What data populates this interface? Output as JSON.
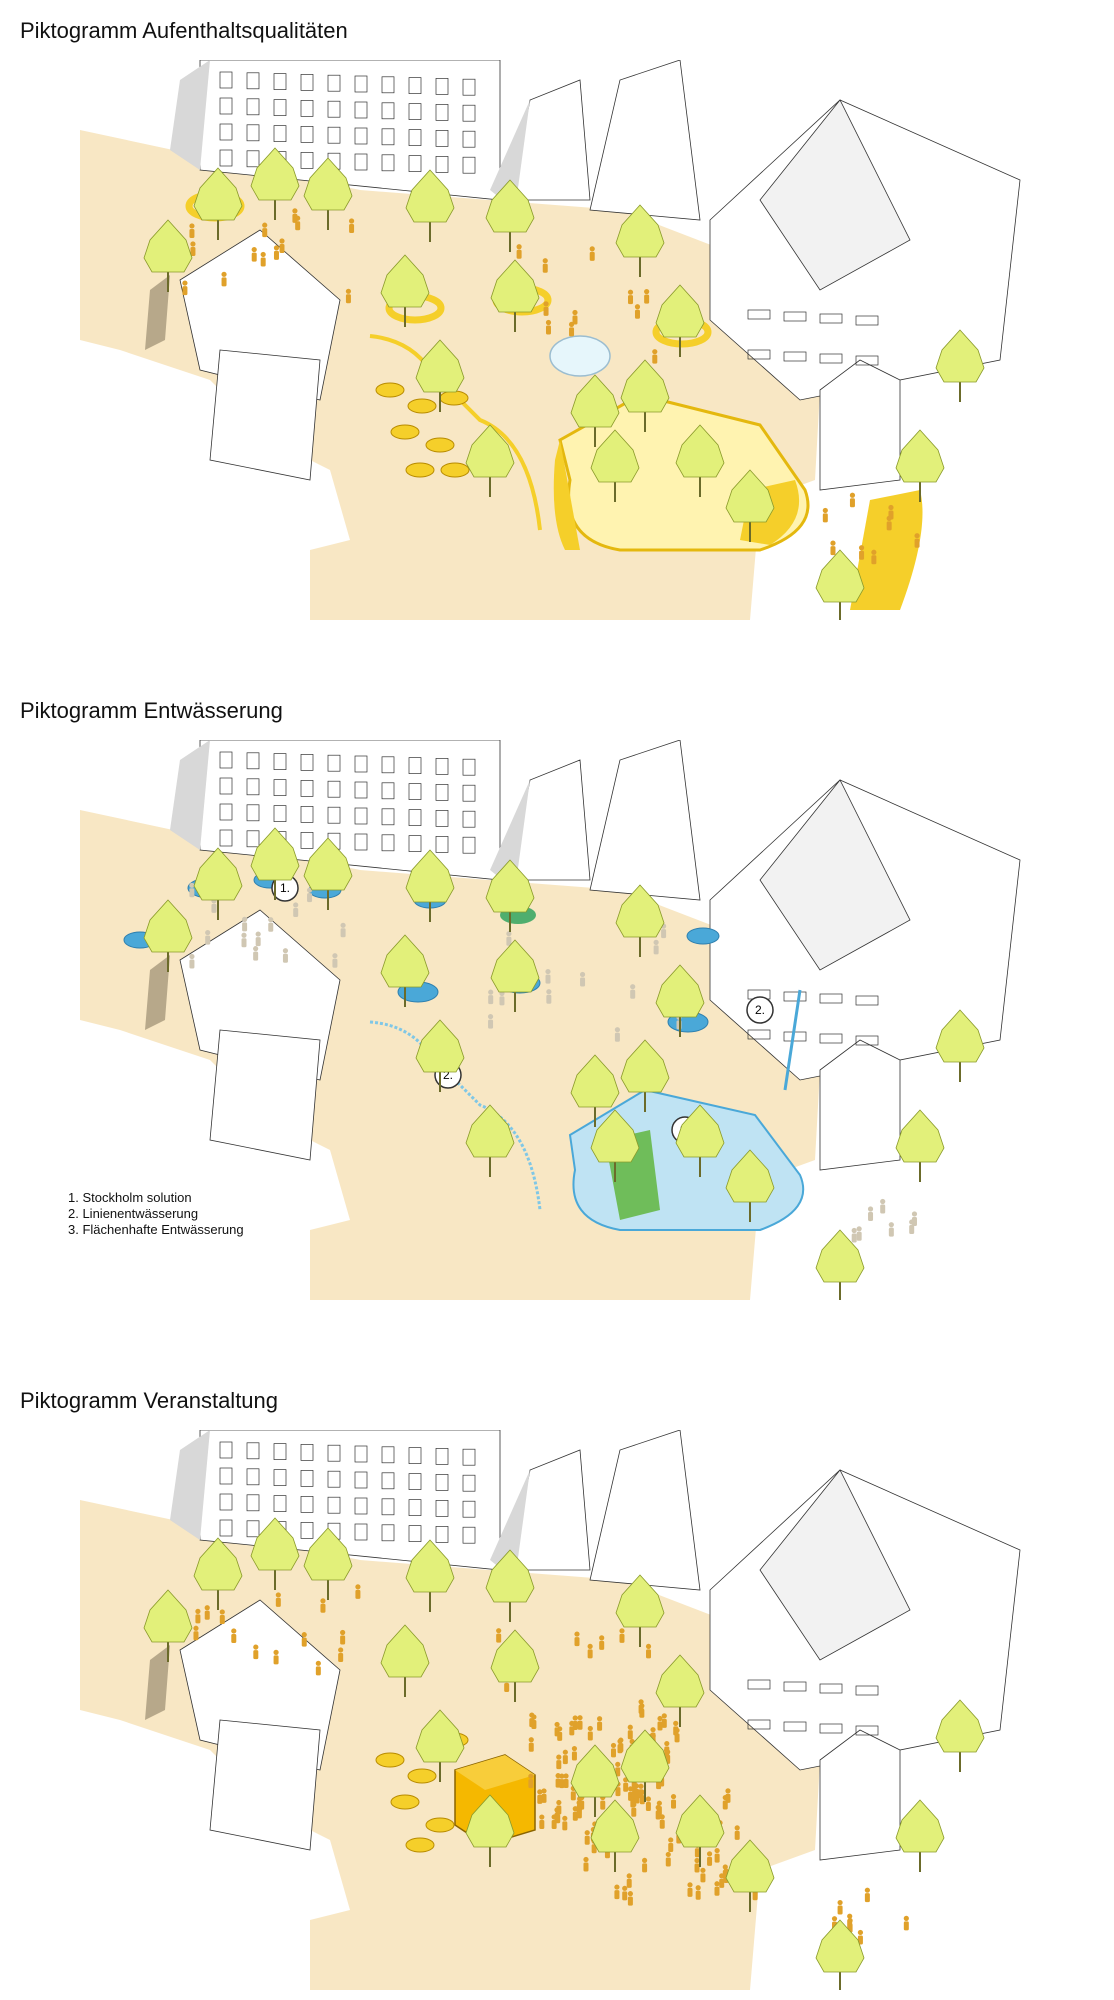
{
  "panels": [
    {
      "title": "Piktogramm Aufenthaltsqualitäten"
    },
    {
      "title": "Piktogramm Entwässerung"
    },
    {
      "title": "Piktogramm Veranstaltung"
    }
  ],
  "markers": [
    "1.",
    "2.",
    "2.",
    "3."
  ],
  "legend": [
    "1. Stockholm solution",
    "2. Linienentwässerung",
    "3. Flächenhafte Entwässerung"
  ],
  "colors": {
    "plaza": "#f8e7c4",
    "tree_canopy": "#e2f07a",
    "highlight_yellow": "#f5cf2a",
    "water_blue": "#4aa8d8",
    "green_bed": "#4fae6e",
    "building_line": "#333333"
  }
}
